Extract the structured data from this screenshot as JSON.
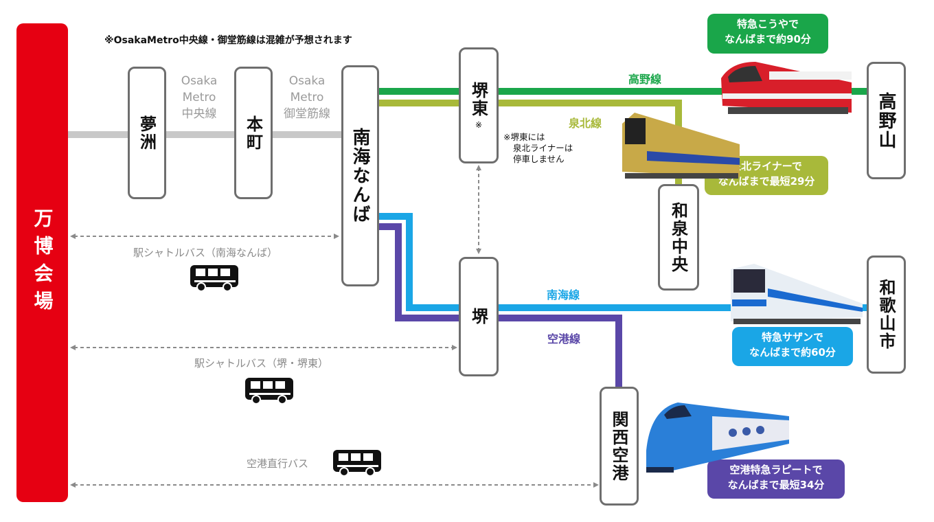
{
  "expo": {
    "label": "万博会場"
  },
  "note": "※OsakaMetro中央線・御堂筋線は混雑が予想されます",
  "stations": {
    "yumeshima": "夢洲",
    "honmachi": "本町",
    "namba": "南海なんば",
    "sakaihigashi": "堺東",
    "sakaihigashi_mark": "※",
    "sakai": "堺",
    "izumichuo": "和泉中央",
    "koyasan": "高野山",
    "wakayamashi": "和歌山市",
    "kansai_airport": "関西空港"
  },
  "metro_lines": {
    "chuo": [
      "Osaka",
      "Metro",
      "中央線"
    ],
    "midosuji": [
      "Osaka",
      "Metro",
      "御堂筋線"
    ]
  },
  "line_labels": {
    "koya": "高野線",
    "senboku": "泉北線",
    "nankai": "南海線",
    "kuko": "空港線"
  },
  "sakaihigashi_note": [
    "※堺東には",
    "泉北ライナーは",
    "停車しません"
  ],
  "bubbles": {
    "koya": [
      "特急こうやで",
      "なんばまで約90分"
    ],
    "senboku": [
      "泉北ライナーで",
      "なんばまで最短29分"
    ],
    "southern": [
      "特急サザンで",
      "なんばまで約60分"
    ],
    "rapit": [
      "空港特急ラピートで",
      "なんばまで最短34分"
    ]
  },
  "bus_labels": {
    "namba": "駅シャトルバス（南海なんば）",
    "sakai": "駅シャトルバス（堺・堺東）",
    "airport": "空港直行バス"
  },
  "colors": {
    "expo_red": "#e60012",
    "koya_green": "#1aa64a",
    "senboku_olive": "#a8b93a",
    "nankai_blue": "#1aa6e6",
    "kuko_purple": "#5a47a8",
    "metro_gray": "#c8c8c8",
    "station_border": "#6e6e6e"
  },
  "icons": [
    "bus-icon",
    "train-photo-koya",
    "train-photo-senboku",
    "train-photo-southern",
    "train-photo-rapit"
  ]
}
